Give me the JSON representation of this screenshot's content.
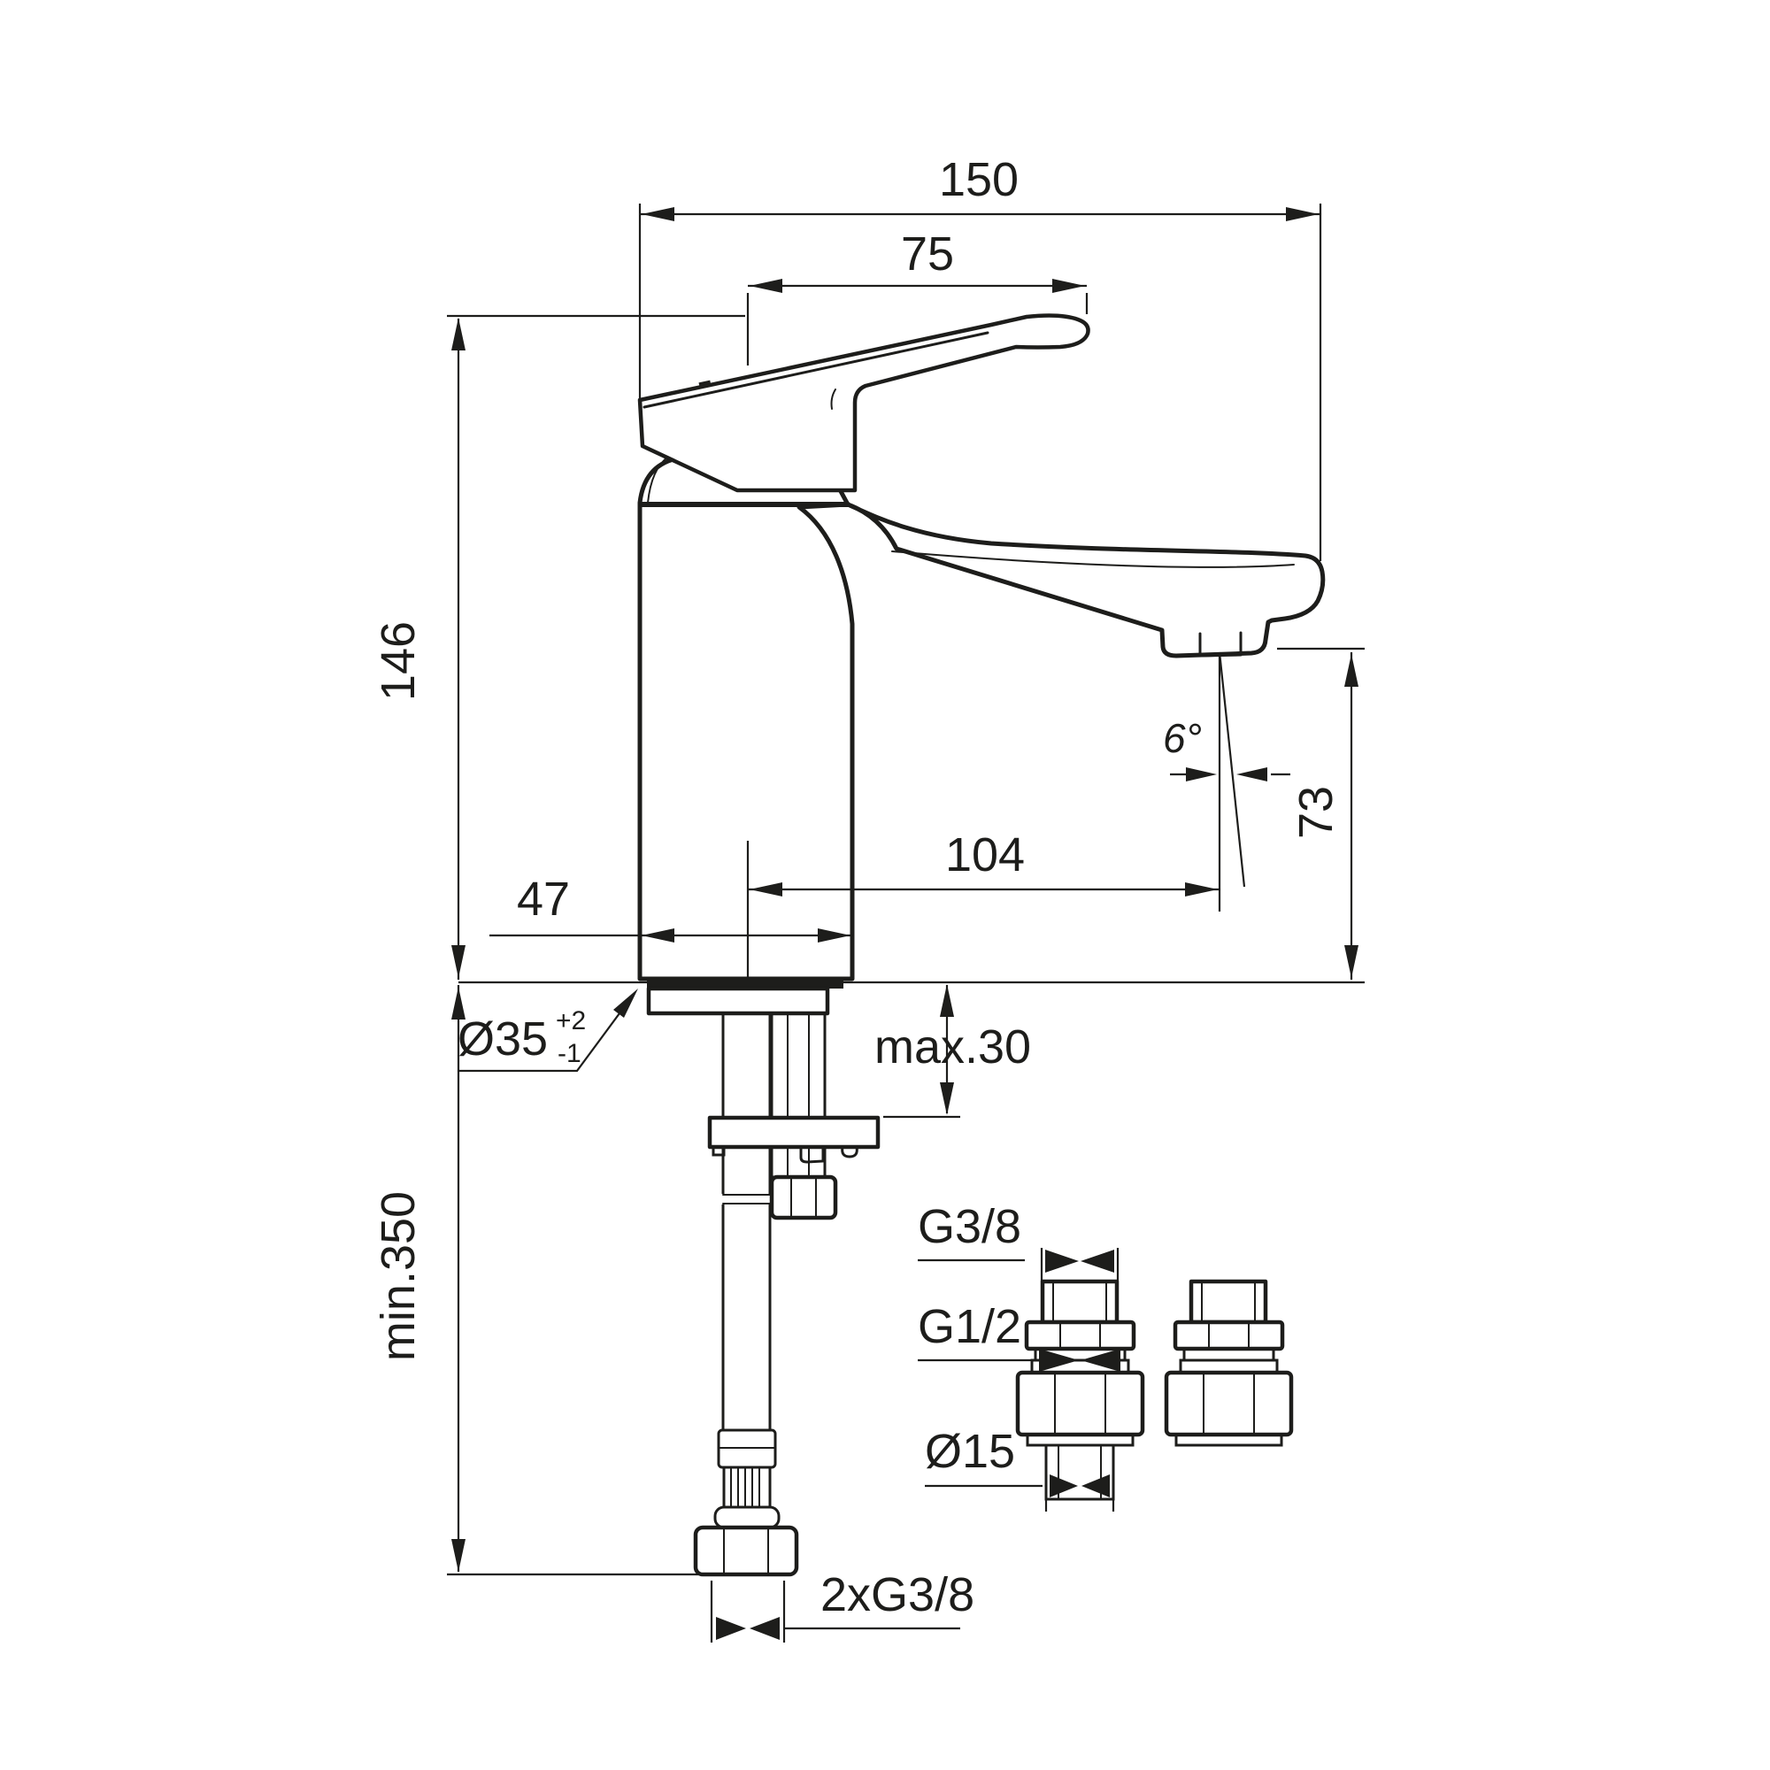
{
  "drawing": {
    "subject": "single-lever basin mixer tap - dimensional installation drawing",
    "unit": "mm",
    "colors": {
      "line": "#1d1d1b",
      "background": "#ffffff"
    },
    "dimensions": {
      "overall_projection": "150",
      "lever_length": "75",
      "height_to_lever": "146",
      "body_width": "47",
      "spout_reach": "104",
      "spout_outlet_height": "73",
      "spout_angle": "6°",
      "hole_diameter": "Ø35",
      "hole_tolerance_plus": "+2",
      "hole_tolerance_minus": "-1",
      "max_deck_thickness": "max.30",
      "min_clearance_below": "min.350",
      "fitting_thread_top": "G3/8",
      "fitting_thread_mid": "G1/2",
      "fitting_pipe_diameter": "Ø15",
      "hose_connections": "2xG3/8"
    }
  }
}
